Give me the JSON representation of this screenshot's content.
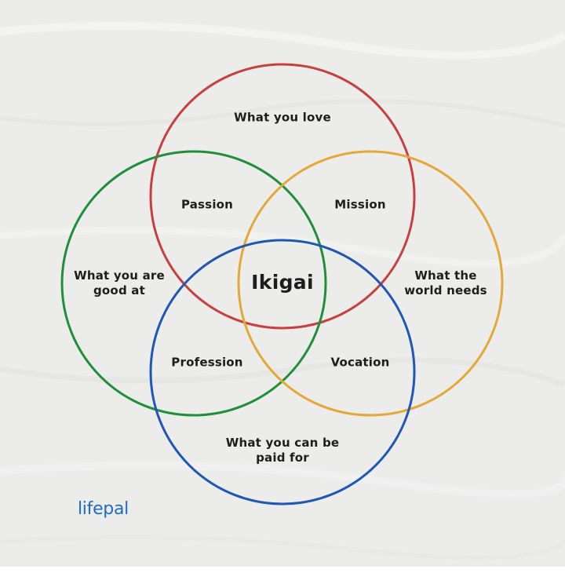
{
  "diagram": {
    "circles": {
      "love": {
        "color": "#c7403f"
      },
      "good": {
        "color": "#1f8f3a"
      },
      "world": {
        "color": "#e4a838"
      },
      "paid": {
        "color": "#1e57b4"
      }
    },
    "labels": {
      "what_you_love": "What you love",
      "good_at_line1": "What you are",
      "good_at_line2": "good at",
      "world_line1": "What the",
      "world_line2": "world needs",
      "paid_line1": "What you can be",
      "paid_line2": "paid for",
      "passion": "Passion",
      "mission": "Mission",
      "profession": "Profession",
      "vocation": "Vocation",
      "ikigai": "Ikigai"
    }
  },
  "brand": {
    "logo_text": "lifepal",
    "logo_color": "#1d6cc6"
  }
}
